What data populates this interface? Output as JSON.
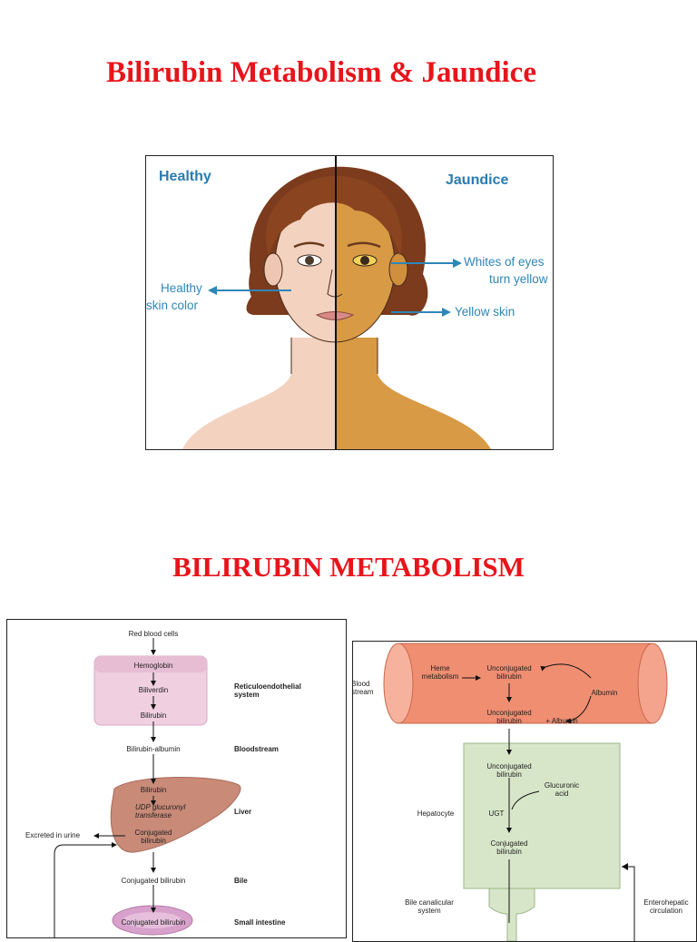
{
  "page": {
    "title": "Bilirubin Metabolism & Jaundice",
    "section_heading": "BILIRUBIN METABOLISM"
  },
  "face_figure": {
    "left_heading": "Healthy",
    "right_heading": "Jaundice",
    "left_label_line1": "Healthy",
    "left_label_line2": "skin color",
    "eyes_label_line1": "Whites of eyes",
    "eyes_label_line2": "turn yellow",
    "skin_label": "Yellow skin"
  },
  "flow_left": {
    "red_blood_cells": "Red blood cells",
    "hemoglobin": "Hemoglobin",
    "biliverdin": "Biliverdin",
    "bilirubin_re": "Bilirubin",
    "bilirubin_albumin": "Bilirubin-albumin",
    "bilirubin_liver": "Bilirubin",
    "udp_line1": "UDP glucuronyl",
    "udp_line2": "transferase",
    "conj_liver_line1": "Conjugated",
    "conj_liver_line2": "bilirubin",
    "conj_bile": "Conjugated bilirubin",
    "conj_intestine": "Conjugated bilirubin",
    "excreted": "Excreted in urine",
    "stage_re_line1": "Reticuloendothelial",
    "stage_re_line2": "system",
    "stage_blood": "Bloodstream",
    "stage_liver": "Liver",
    "stage_bile": "Bile",
    "stage_intestine": "Small intestine"
  },
  "flow_right": {
    "blood_line1": "Blood",
    "blood_line2": "stream",
    "heme_line1": "Heme",
    "heme_line2": "metabolism",
    "unconj1_line1": "Unconjugated",
    "unconj1_line2": "bilirubin",
    "albumin": "Albumin",
    "unconj2_line1": "Unconjugated",
    "unconj2_line2": "bilirubin",
    "plus_albumin": "+ Albumin",
    "unconj3_line1": "Unconjugated",
    "unconj3_line2": "bilirubin",
    "glucuronic_line1": "Glucuronic",
    "glucuronic_line2": "acid",
    "hepatocyte": "Hepatocyte",
    "ugt": "UGT",
    "conj_line1": "Conjugated",
    "conj_line2": "bilirubin",
    "bile_canal_line1": "Bile canalicular",
    "bile_canal_line2": "system",
    "entero_line1": "Enterohepatic",
    "entero_line2": "circulation"
  },
  "colors": {
    "title_red": "#e8141b",
    "label_blue": "#2e86b8",
    "healthy_skin": "#f3d2c0",
    "jaundice_skin": "#d89a45",
    "hair": "#7b3b1c",
    "blood_vessel": "#f08e72",
    "hepatocyte": "#d7e6c8"
  }
}
